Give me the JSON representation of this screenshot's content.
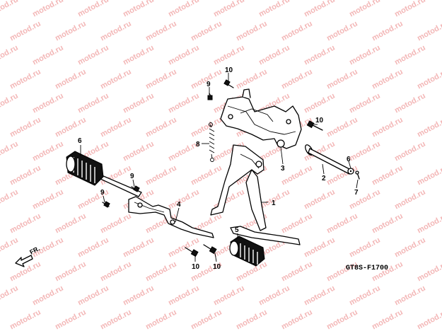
{
  "diagram": {
    "watermark_text": "motod.ru",
    "figure_code": "GT8S-F1700",
    "direction_label": "FR.",
    "callouts": {
      "c1": "1",
      "c2": "2",
      "c3": "3",
      "c4": "4",
      "c5": "5",
      "c6": "6",
      "c6b": "6",
      "c7": "7",
      "c8": "8",
      "c9a": "9",
      "c9b": "9",
      "c9c": "9",
      "c10a": "10",
      "c10b": "10",
      "c10c": "10",
      "c10d": "10"
    }
  }
}
